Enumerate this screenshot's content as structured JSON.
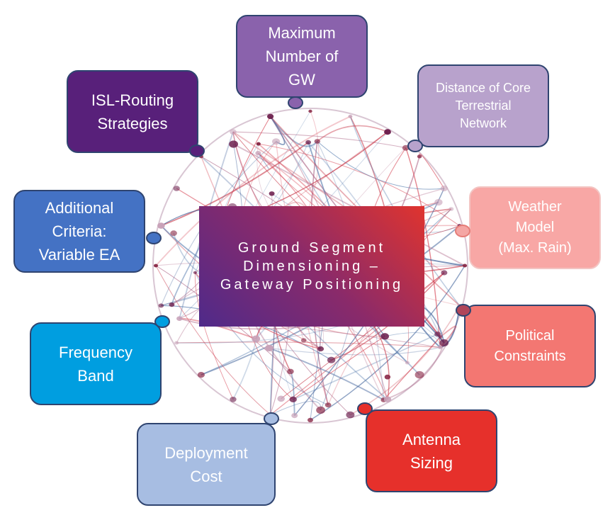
{
  "center": {
    "lines": [
      "Ground Segment",
      "Dimensioning –",
      "Gateway Positioning"
    ]
  },
  "nodes": {
    "max_gw": {
      "lines": [
        "Maximum",
        "Number of",
        "GW"
      ],
      "color": "#8a62ac",
      "dot_color": "#8a62ac"
    },
    "distance_core": {
      "lines": [
        "Distance of Core",
        "Terrestrial",
        "Network"
      ],
      "color": "#b8a2cc",
      "dot_color": "#b8a2cc"
    },
    "isl_routing": {
      "lines": [
        "ISL-Routing",
        "Strategies"
      ],
      "color": "#58207a",
      "dot_color": "#58207a"
    },
    "weather_model": {
      "lines": [
        "Weather",
        "Model",
        "(Max. Rain)"
      ],
      "color": "#f8a7a5",
      "dot_color": "#f4a6a4"
    },
    "additional": {
      "lines": [
        "Additional",
        "Criteria:",
        "Variable EA"
      ],
      "color": "#4472c4",
      "dot_color": "#4472c4"
    },
    "political": {
      "lines": [
        "Political",
        "Constraints"
      ],
      "color": "#f37772",
      "dot_color": "#b0465a"
    },
    "frequency": {
      "lines": [
        "Frequency",
        "Band"
      ],
      "color": "#009ee0",
      "dot_color": "#009ee0"
    },
    "antenna": {
      "lines": [
        "Antenna",
        "Sizing"
      ],
      "color": "#e6302b",
      "dot_color": "#e6302b"
    },
    "deployment": {
      "lines": [
        "Deployment",
        "Cost"
      ],
      "color": "#a7bde2",
      "dot_color": "#a7bde2"
    }
  }
}
